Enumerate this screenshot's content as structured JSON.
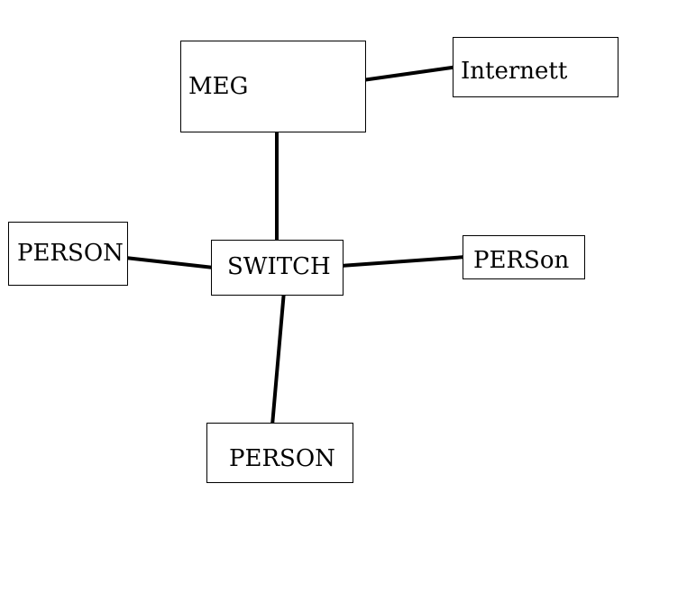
{
  "diagram": {
    "nodes": {
      "meg": "MEG",
      "internett": "Internett",
      "switch": "SWITCH",
      "person_left": "PERSON",
      "person_right": "PERSon",
      "person_bottom": "PERSON"
    },
    "edges": [
      {
        "from": "meg",
        "to": "internett"
      },
      {
        "from": "meg",
        "to": "switch"
      },
      {
        "from": "person_left",
        "to": "switch"
      },
      {
        "from": "switch",
        "to": "person_right"
      },
      {
        "from": "switch",
        "to": "person_bottom"
      }
    ],
    "colors": {
      "line": "#000000",
      "box_border": "#000000",
      "background": "#ffffff"
    }
  }
}
